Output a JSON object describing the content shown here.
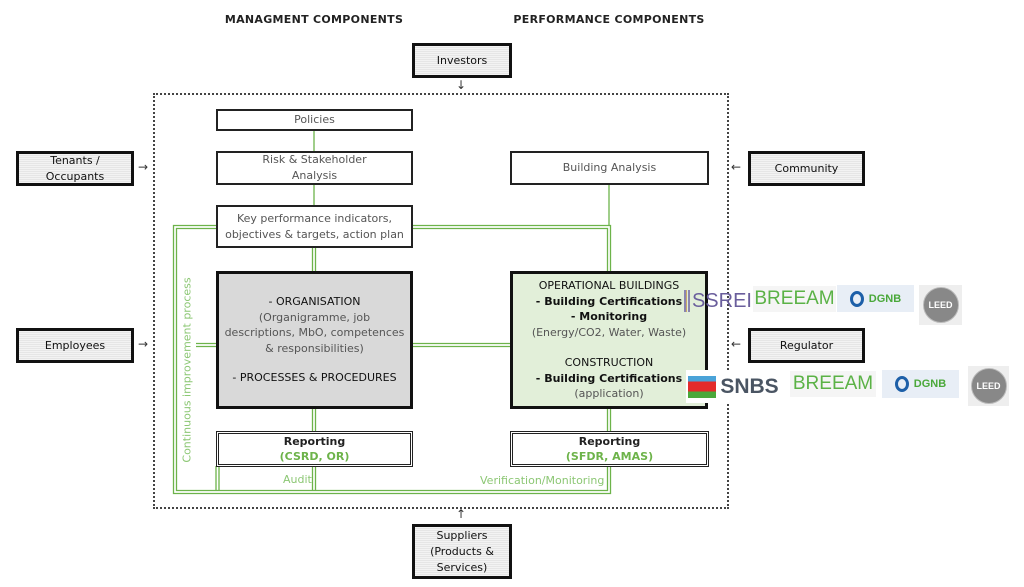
{
  "headers": {
    "management": "MANAGMENT COMPONENTS",
    "performance": "PERFORMANCE COMPONENTS"
  },
  "stakeholders": {
    "investors": "Investors",
    "tenants": [
      "Tenants /",
      "Occupants"
    ],
    "employees": "Employees",
    "community": "Community",
    "regulator": "Regulator",
    "suppliers": [
      "Suppliers",
      "(Products &",
      "Services)"
    ]
  },
  "arrows": {
    "down": "↓",
    "right": "→",
    "left": "←",
    "up": "↑"
  },
  "management": {
    "policies": "Policies",
    "risk": [
      "Risk & Stakeholder",
      "Analysis"
    ],
    "kpi": [
      "Key performance indicators,",
      "objectives & targets, action plan"
    ],
    "organisation": {
      "title": "- ORGANISATION",
      "detail": "(Organigramme, job descriptions, MbO, competences & responsibilities)",
      "processes": "- PROCESSES & PROCEDURES"
    },
    "reporting": {
      "title": "Reporting",
      "detail": "(CSRD, OR)"
    }
  },
  "performance": {
    "building_analysis": "Building Analysis",
    "operational": {
      "title": "OPERATIONAL BUILDINGS",
      "cert": "- Building Certifications",
      "monitoring": "- Monitoring",
      "monitoring_detail": "(Energy/CO2, Water, Waste)"
    },
    "construction": {
      "title": "CONSTRUCTION",
      "cert": "- Building Certifications",
      "detail": "(application)"
    },
    "reporting": {
      "title": "Reporting",
      "detail": "(SFDR, AMAS)"
    }
  },
  "loop": {
    "continuous": "Continuous improvement process",
    "audit": "Audit",
    "verification": "Verification/Monitoring"
  },
  "logos": {
    "row1": [
      "SSREI",
      "BREEAM",
      "DGNB",
      "LEED"
    ],
    "row2": [
      "SNBS",
      "BREEAM",
      "DGNB",
      "LEED"
    ]
  },
  "colors": {
    "green": "#6db34a",
    "light_green_fill": "#e2efd9",
    "grey_fill": "#d9d9d9"
  }
}
